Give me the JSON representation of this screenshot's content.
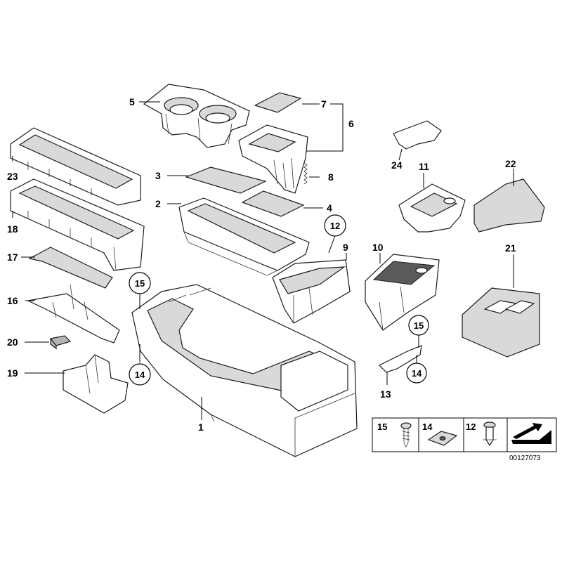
{
  "diagram": {
    "labels": {
      "p1": "1",
      "p2": "2",
      "p3": "3",
      "p4": "4",
      "p5": "5",
      "p6": "6",
      "p7": "7",
      "p8": "8",
      "p9": "9",
      "p10": "10",
      "p11": "11",
      "p13": "13",
      "p16": "16",
      "p17": "17",
      "p18": "18",
      "p19": "19",
      "p20": "20",
      "p21": "21",
      "p22": "22",
      "p23": "23",
      "p24": "24"
    },
    "callouts": {
      "c12": "12",
      "c15a": "15",
      "c14a": "14",
      "c15b": "15",
      "c14b": "14"
    },
    "legend": {
      "item15": "15",
      "item14": "14",
      "item12": "12"
    },
    "code": "00127073"
  }
}
